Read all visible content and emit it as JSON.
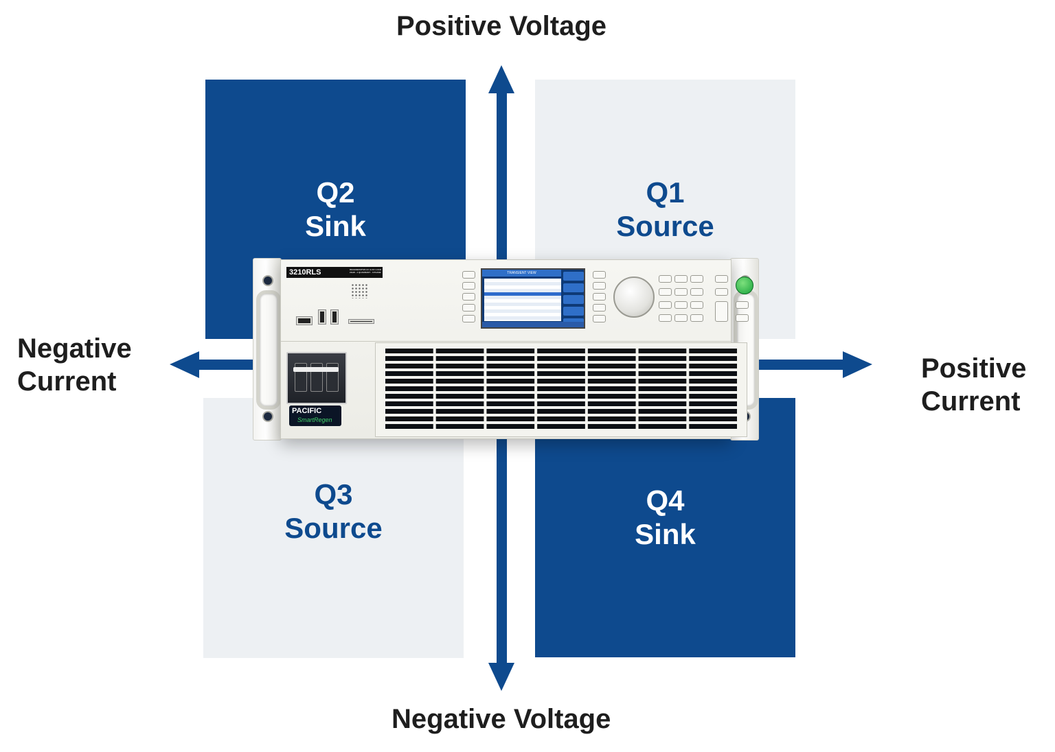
{
  "axes": {
    "top": "Positive Voltage",
    "bottom": "Negative Voltage",
    "left": [
      "Negative",
      "Current"
    ],
    "right": [
      "Positive",
      "Current"
    ]
  },
  "quadrants": {
    "q1": {
      "id": "Q1",
      "mode": "Source"
    },
    "q2": {
      "id": "Q2",
      "mode": "Sink"
    },
    "q3": {
      "id": "Q3",
      "mode": "Source"
    },
    "q4": {
      "id": "Q4",
      "mode": "Sink"
    }
  },
  "device": {
    "model": "3210RLS",
    "subtitle": "REGENERATIVE AC & DC LOAD 21kW - 4 QUADRANT - 3 PHASE",
    "screen_title": "TRANSIENT VIEW",
    "brand": "PACIFIC",
    "brand_line": "SmartRegen"
  },
  "colors": {
    "accent_dark": "#0e4a8e",
    "accent_light": "#edf0f3",
    "text": "#1e1e1e"
  }
}
